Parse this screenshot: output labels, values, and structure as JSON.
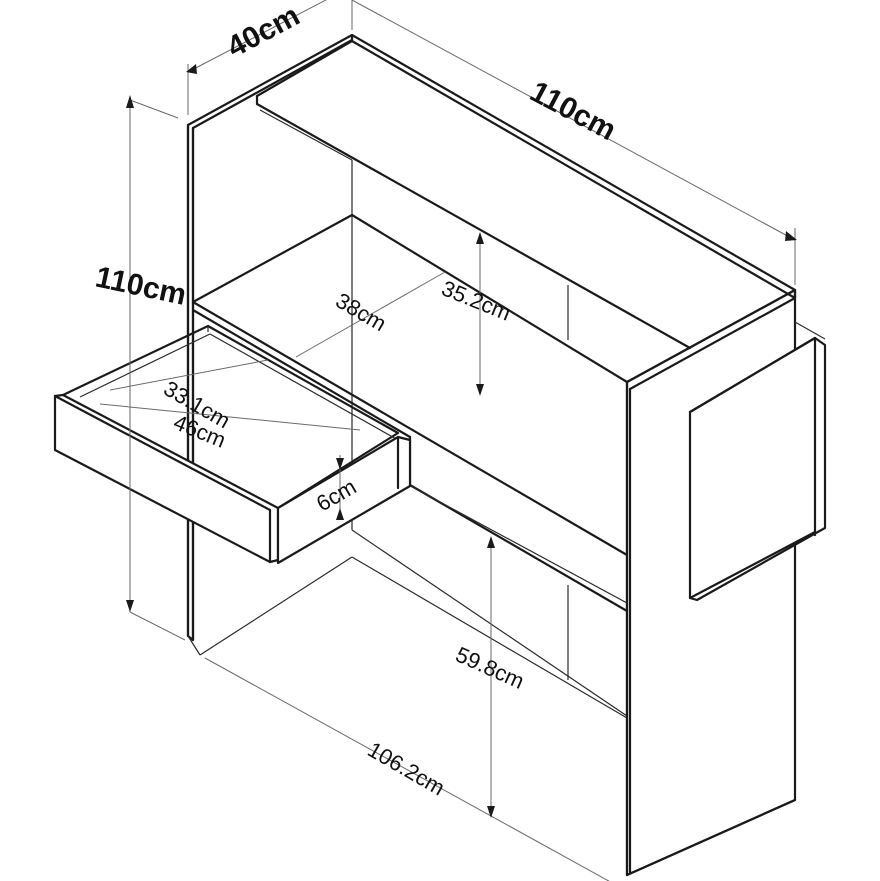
{
  "dimensions": {
    "depth": "40cm",
    "width": "110cm",
    "height": "110cm",
    "inner_depth": "38cm",
    "upper_shelf_height": "35.2cm",
    "drawer_depth": "33.1cm",
    "drawer_width": "46cm",
    "drawer_height": "6cm",
    "lower_clearance": "59.8cm",
    "inner_width": "106.2cm"
  },
  "colors": {
    "line": "#1a1a1a",
    "dimension_line": "#6a6a6a",
    "background": "#ffffff"
  }
}
